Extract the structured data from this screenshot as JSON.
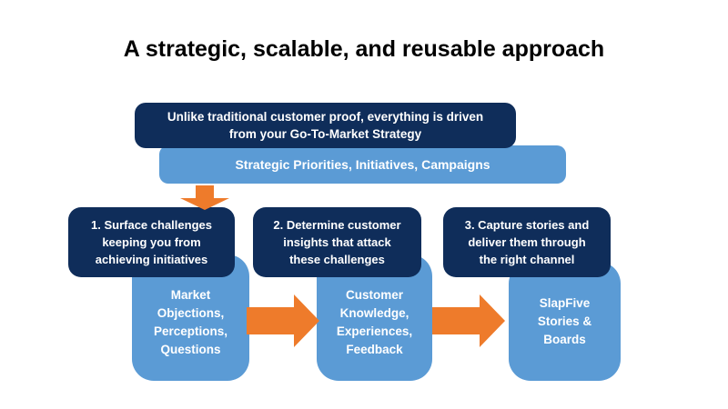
{
  "slide": {
    "title": "A strategic, scalable, and reusable approach"
  },
  "top_flow": {
    "driver_text": "Unlike traditional customer proof, everything is driven\nfrom your Go-To-Market Strategy",
    "strategy_bar_text": "Strategic Priorities, Initiatives, Campaigns"
  },
  "steps": [
    {
      "label": "1. Surface challenges\nkeeping you from\nachieving initiatives",
      "output": "Market\nObjections,\nPerceptions,\nQuestions"
    },
    {
      "label": "2. Determine customer\ninsights that attack\nthese challenges",
      "output": "Customer\nKnowledge,\nExperiences,\nFeedback"
    },
    {
      "label": "3. Capture stories and\ndeliver them through\nthe right channel",
      "output": "SlapFive\nStories &\nBoards"
    }
  ],
  "icons": {
    "down_arrow": "flow-down-arrow",
    "right_arrow": "flow-right-arrow"
  },
  "colors": {
    "navy": "#0F2D5A",
    "blue": "#5B9BD5",
    "orange": "#EE7B2B",
    "title_text": "#000000",
    "box_text": "#FFFFFF",
    "background": "#FFFFFF"
  }
}
